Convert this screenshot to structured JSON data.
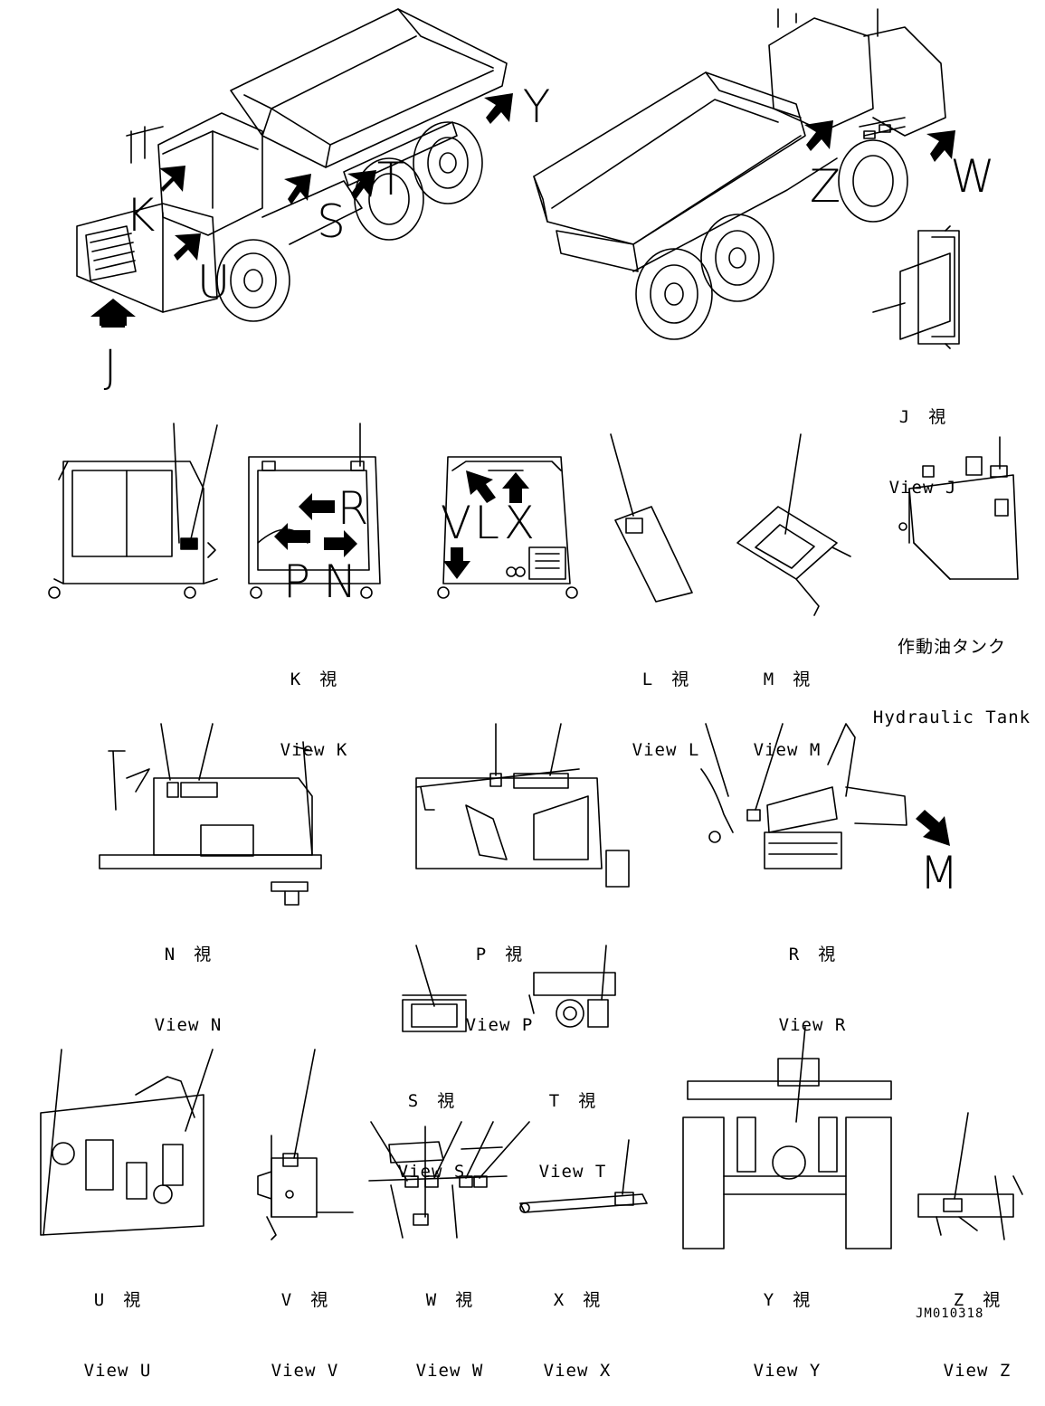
{
  "drawing_code": "JM010318",
  "callouts": {
    "J_main": "J",
    "K": "K",
    "U": "U",
    "S": "S",
    "T": "T",
    "Y": "Y",
    "Z": "Z",
    "W": "W",
    "R": "R",
    "P": "P",
    "N": "N",
    "V": "V",
    "L": "L",
    "X": "X",
    "M": "M"
  },
  "views": {
    "J": {
      "jp": "J　視",
      "en": "View J"
    },
    "K": {
      "jp": "K　視",
      "en": "View K"
    },
    "L": {
      "jp": "L　視",
      "en": "View L"
    },
    "M": {
      "jp": "M　視",
      "en": "View M"
    },
    "hydraulic": {
      "jp": "作動油タンク",
      "en": "Hydraulic Tank"
    },
    "N": {
      "jp": "N　視",
      "en": "View N"
    },
    "P": {
      "jp": "P　視",
      "en": "View P"
    },
    "R": {
      "jp": "R　視",
      "en": "View R"
    },
    "S": {
      "jp": "S　視",
      "en": "View S"
    },
    "T": {
      "jp": "T　視",
      "en": "View T"
    },
    "U": {
      "jp": "U　視",
      "en": "View U"
    },
    "V": {
      "jp": "V　視",
      "en": "View V"
    },
    "W": {
      "jp": "W　視",
      "en": "View W"
    },
    "X": {
      "jp": "X　視",
      "en": "View X"
    },
    "Y": {
      "jp": "Y　視",
      "en": "View Y"
    },
    "Z": {
      "jp": "Z　視",
      "en": "View Z"
    }
  },
  "colors": {
    "ink": "#000000",
    "paper": "#ffffff"
  }
}
